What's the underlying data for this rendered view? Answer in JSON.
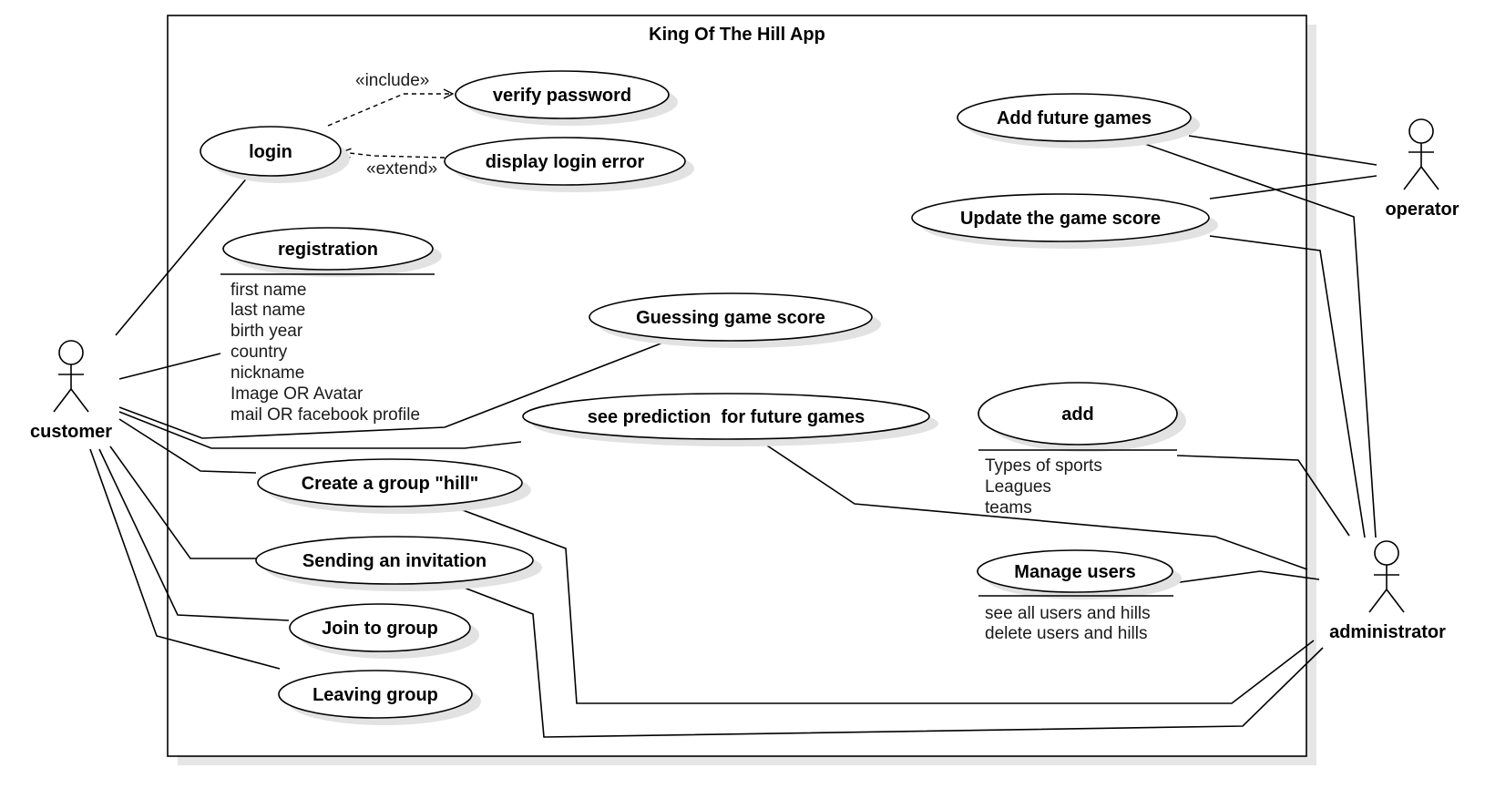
{
  "system": {
    "title": "King Of The Hill App"
  },
  "actors": {
    "customer": "customer",
    "operator": "operator",
    "administrator": "administrator"
  },
  "use_cases": {
    "login": "login",
    "verify_password": "verify password",
    "display_login_error": "display login error",
    "registration": "registration",
    "guessing_game_score": "Guessing game score",
    "see_prediction": "see prediction  for future games",
    "create_group": "Create a group \"hill\"",
    "sending_invitation": "Sending an invitation",
    "join_group": "Join to group",
    "leaving_group": "Leaving group",
    "add_future_games": "Add future games",
    "update_game_score": "Update the game score",
    "add": "add",
    "manage_users": "Manage users"
  },
  "stereotypes": {
    "include": "«include»",
    "extend": "«extend»"
  },
  "attributes": {
    "registration": [
      "first name",
      "last name",
      "birth year",
      "country",
      "nickname",
      "Image OR Avatar",
      "mail OR facebook profile"
    ],
    "add": [
      "Types of sports",
      "Leagues",
      "teams"
    ],
    "manage_users": [
      "see all users and hills",
      "delete users and hills"
    ]
  }
}
